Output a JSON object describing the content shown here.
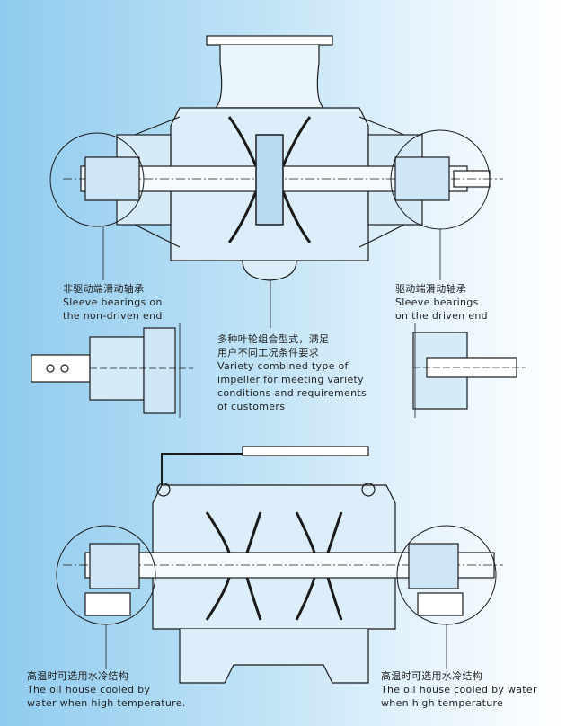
{
  "captions": {
    "non_driven": {
      "zh": "非驱动端滑动轴承",
      "en1": "Sleeve bearings on",
      "en2": "the non-driven end"
    },
    "driven": {
      "zh": "驱动端滑动轴承",
      "en1": "Sleeve bearings",
      "en2": "on the driven end"
    },
    "impeller": {
      "zh1": "多种叶轮组合型式，满足",
      "zh2": "用户不同工况条件要求",
      "en1": "Variety combined type of",
      "en2": "impeller for meeting variety",
      "en3": "conditions and requirements",
      "en4": "of customers"
    },
    "cooled_left": {
      "zh": "高温时可选用水冷结构",
      "en1": "The oil house cooled by",
      "en2": "water when high temperature."
    },
    "cooled_right": {
      "zh": "高温时可选用水冷结构",
      "en1": "The oil house cooled by water",
      "en2": "when high temperature"
    }
  },
  "colors": {
    "line": "#1a1a1a",
    "bg_left": "#8fcbee",
    "bg_right": "#ffffff"
  }
}
